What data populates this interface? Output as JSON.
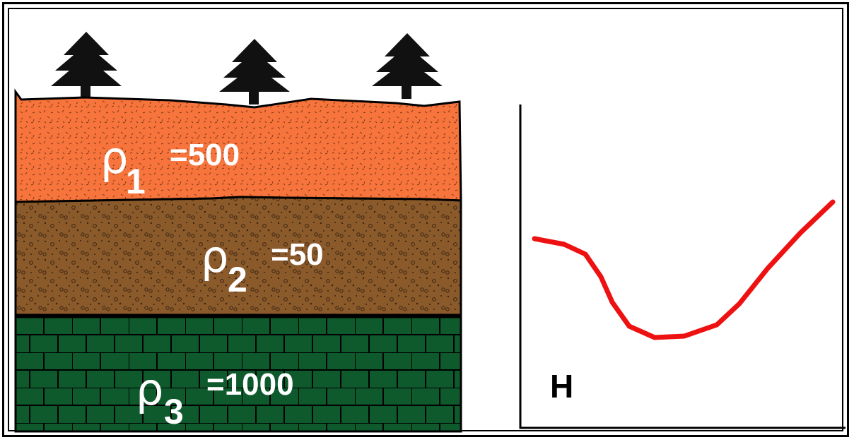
{
  "layers": [
    {
      "symbol": "ρ",
      "subscript": "1",
      "value": "=500",
      "color": "#f7743c",
      "pattern": "dashes"
    },
    {
      "symbol": "ρ",
      "subscript": "2",
      "value": "=50",
      "color": "#8b5a2b",
      "pattern": "dots-circles"
    },
    {
      "symbol": "ρ",
      "subscript": "3",
      "value": "=1000",
      "color": "#0e5a2d",
      "pattern": "bricks"
    }
  ],
  "curve": {
    "label": "H",
    "color": "#ee1111"
  },
  "trees": 3
}
